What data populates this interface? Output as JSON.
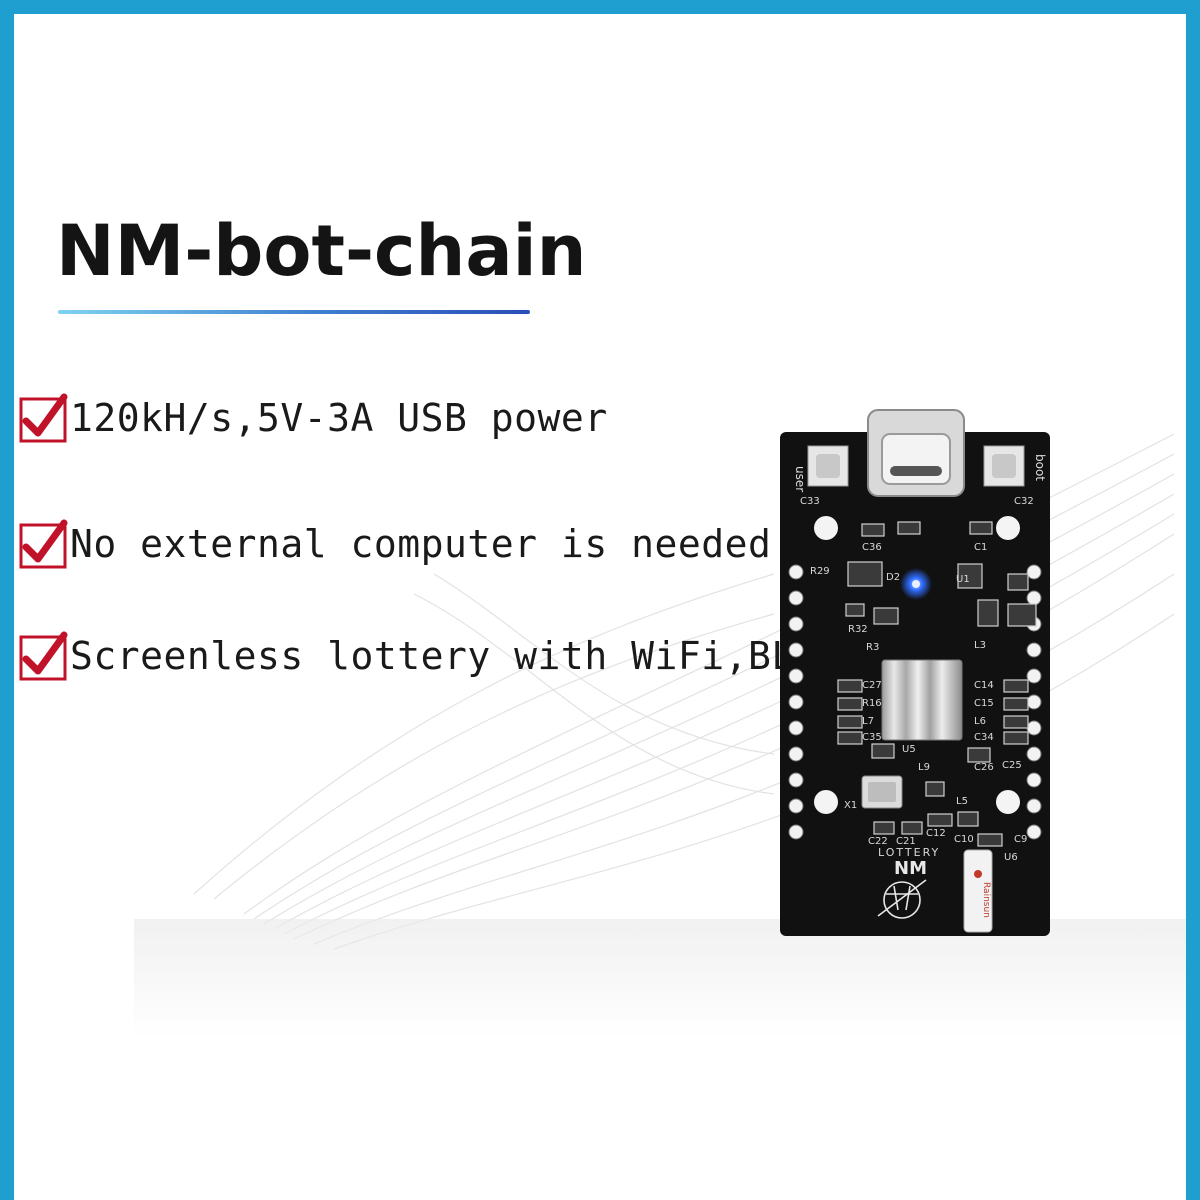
{
  "title": "NM-bot-chain",
  "colors": {
    "frame_border": "#1f9fd0",
    "underline_start": "#7fd2f0",
    "underline_end": "#2a4fb8",
    "check_mark": "#c0132a",
    "board": "#111111",
    "led": "#2f6dff"
  },
  "features": [
    {
      "icon": "checkbox-checked-icon",
      "text": "120kH/s,5V-3A USB power"
    },
    {
      "icon": "checkbox-checked-icon",
      "text": "No external computer is needed"
    },
    {
      "icon": "checkbox-checked-icon",
      "text": "Screenless lottery with WiFi,BLE"
    }
  ],
  "board": {
    "label_user": "user",
    "label_boot": "boot",
    "brand": "NM",
    "brand_sub": "LOTTERY",
    "module_label": "Rainsun",
    "silkscreen": [
      "C33",
      "C32",
      "C36",
      "C1",
      "R29",
      "D2",
      "U1",
      "R32",
      "R3",
      "L3",
      "C27",
      "R16",
      "L7",
      "C35",
      "C14",
      "C15",
      "L6",
      "C34",
      "U5",
      "L9",
      "X1",
      "C12",
      "C21",
      "C22",
      "C10",
      "L5",
      "C9",
      "U6",
      "C25",
      "C26"
    ]
  }
}
